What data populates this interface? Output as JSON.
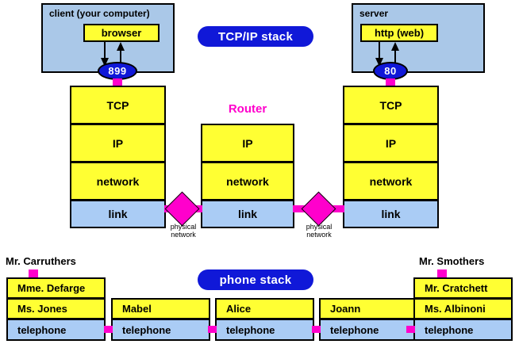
{
  "hosts": {
    "client": {
      "title": "client (your computer)",
      "app": "browser",
      "port": "899"
    },
    "server": {
      "title": "server",
      "app": "http (web)",
      "port": "80"
    }
  },
  "titles": {
    "tcpip": "TCP/IP stack",
    "phone": "phone stack",
    "router": "Router"
  },
  "stacks": {
    "left": {
      "layers": [
        "TCP",
        "IP",
        "network",
        "link"
      ]
    },
    "middle": {
      "layers": [
        "IP",
        "network",
        "link"
      ]
    },
    "right": {
      "layers": [
        "TCP",
        "IP",
        "network",
        "link"
      ]
    }
  },
  "physical_links": [
    {
      "label_line1": "physical",
      "label_line2": "network"
    },
    {
      "label_line1": "physical",
      "label_line2": "network"
    }
  ],
  "phone": {
    "left_person": "Mr. Carruthers",
    "right_person": "Mr. Smothers",
    "columns": [
      {
        "rows": [
          "Mme. Defarge",
          "Ms. Jones",
          "telephone"
        ]
      },
      {
        "rows": [
          "Mabel",
          "telephone"
        ]
      },
      {
        "rows": [
          "Alice",
          "telephone"
        ]
      },
      {
        "rows": [
          "Joann",
          "telephone"
        ]
      },
      {
        "rows": [
          "Mr. Cratchett",
          "Ms. Albinoni",
          "telephone"
        ]
      }
    ]
  },
  "colors": {
    "host_fill": "#aac8e8",
    "yellow": "#ffff33",
    "blue": "#aaccf5",
    "magenta": "#ff00cc",
    "badge_blue": "#1018d8"
  }
}
